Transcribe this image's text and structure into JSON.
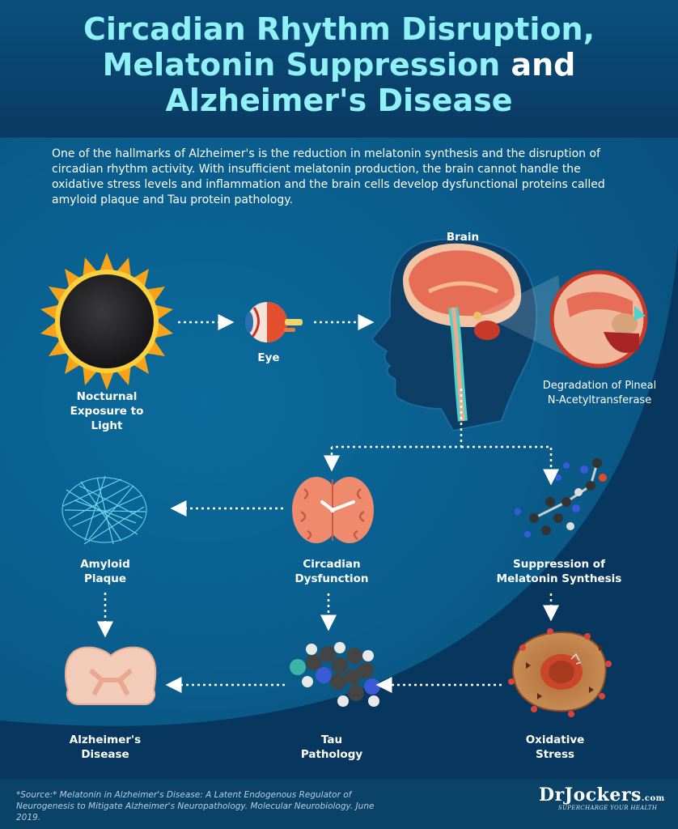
{
  "title": {
    "line1": "Circadian Rhythm Disruption,",
    "line2a": "Melatonin Suppression",
    "line2b": "and",
    "line3": "Alzheimer's Disease"
  },
  "intro": "One of the hallmarks of Alzheimer's is the reduction in melatonin synthesis and the disruption of circadian rhythm activity. With insufficient melatonin production, the brain cannot handle the oxidative stress levels and inflammation and the brain cells develop dysfunctional proteins called amyloid plaque and Tau protein pathology.",
  "nodes": {
    "light": [
      "Nocturnal",
      "Exposure to",
      "Light"
    ],
    "eye": [
      "Eye"
    ],
    "brain": [
      "Brain"
    ],
    "pineal": [
      "Degradation of Pineal",
      "N-Acetyltransferase"
    ],
    "circadian": [
      "Circadian",
      "Dysfunction"
    ],
    "melatonin": [
      "Suppression of",
      "Melatonin Synthesis"
    ],
    "amyloid": [
      "Amyloid",
      "Plaque"
    ],
    "oxidative": [
      "Oxidative",
      "Stress"
    ],
    "tau": [
      "Tau",
      "Pathology"
    ],
    "alzheimers": [
      "Alzheimer's",
      "Disease"
    ]
  },
  "footer": {
    "source": "*Source:* Melatonin in Alzheimer's Disease: A Latent Endogenous Regulator of Neurogenesis to Mitigate Alzheimer's Neuropathology. Molecular Neurobiology. June 2019.",
    "brand": "DrJockers",
    "brand_domain": ".com",
    "tagline": "SUPERCHARGE YOUR HEALTH"
  },
  "colors": {
    "title": "#8ff0f6",
    "header_bg": "#0a3d67",
    "panel_light": "#0a6a9a",
    "panel_dark": "#06345a",
    "sun_outer": "#f7a21b",
    "sun_core": "#1d1d1f",
    "brain_pink": "#f08a6c"
  }
}
